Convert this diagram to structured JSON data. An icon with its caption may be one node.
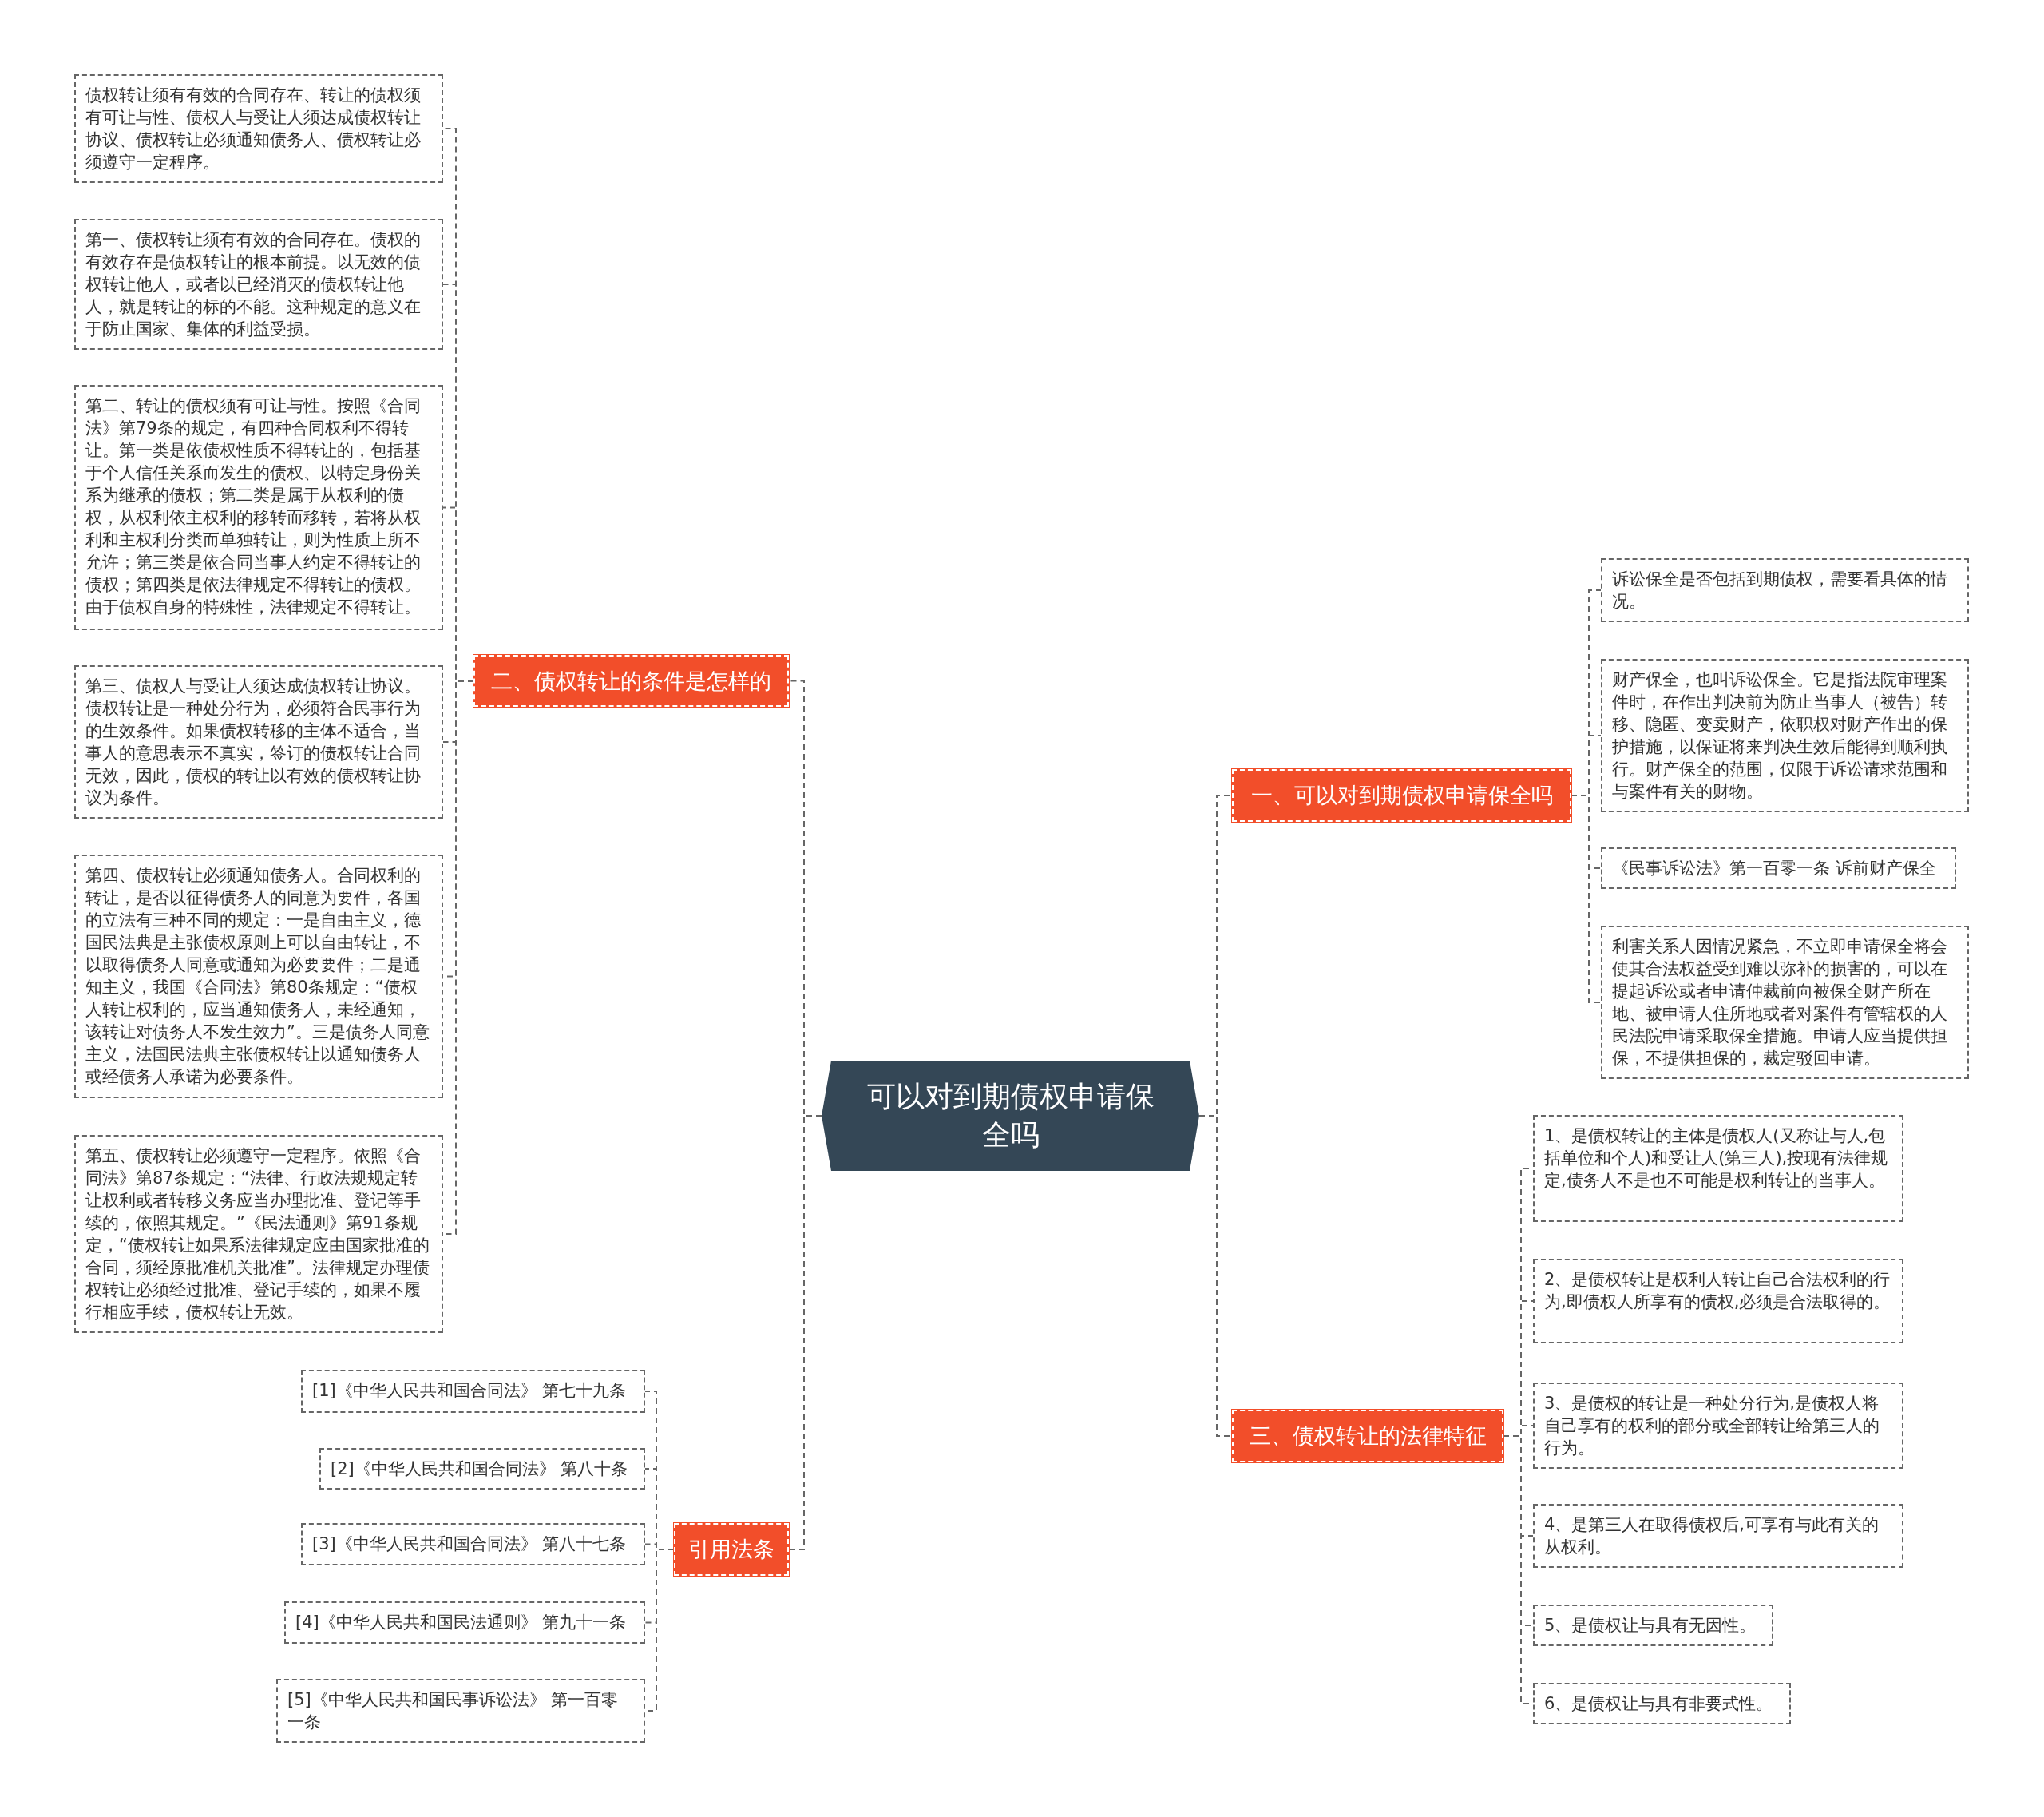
{
  "diagram": {
    "nodes": [
      {
        "text": [
          "可以对到期债权申请保全吗"
        ]
      },
      {
        "text": [
          "一、可以对到期债权申请保全吗"
        ]
      },
      {
        "text": [
          "诉讼保全是否包括到期债权，需要看具体的情况。"
        ]
      },
      {
        "text": [
          "财产保全，也叫诉讼保全。它是指法院审理案件时，在作出判决前为防止当事人（被告）转移、隐匿、变卖财产，依职权对财产作出的保护措施，以保证将来判决生效后能得到顺利执行。财产保全的范围，仅限于诉讼请求范围和与案件有关的财物。"
        ]
      },
      {
        "text": [
          "《民事诉讼法》第一百零一条 诉前财产保全"
        ]
      },
      {
        "text": [
          "利害关系人因情况紧急，不立即申请保全将会使其合法权益受到难以弥补的损害的，可以在提起诉讼或者申请仲裁前向被保全财产所在地、被申请人住所地或者对案件有管辖权的人民法院申请采取保全措施。申请人应当提供担保，不提供担保的，裁定驳回申请。"
        ]
      },
      {
        "text": [
          "二、债权转让的条件是怎样的"
        ]
      },
      {
        "text": [
          "债权转让须有有效的合同存在、转让的债权须有可让与性、债权人与受让人须达成债权转让协议、债权转让必须通知债务人、债权转让必须遵守一定程序。"
        ]
      },
      {
        "text": [
          "第一、债权转让须有有效的合同存在。债权的有效存在是债权转让的根本前提。以无效的债权转让他人，或者以已经消灭的债权转让他人，就是转让的标的不能。这种规定的意义在于防止国家、集体的利益受损。"
        ]
      },
      {
        "text": [
          "第二、转让的债权须有可让与性。按照《合同法》第79条的规定，有四种合同权利不得转让。第一类是依债权性质不得转让的，包括基于个人信任关系而发生的债权、以特定身份关系为继承的债权；第二类是属于从权利的债权，从权利依主权利的移转而移转，若将从权利和主权利分类而单独转让，则为性质上所不允许；第三类是依合同当事人约定不得转让的债权；第四类是依法律规定不得转让的债权。由于债权自身的特殊性，法律规定不得转让。"
        ]
      },
      {
        "text": [
          "第三、债权人与受让人须达成债权转让协议。债权转让是一种处分行为，必须符合民事行为的生效条件。如果债权转移的主体不适合，当事人的意思表示不真实，签订的债权转让合同无效，因此，债权的转让以有效的债权转让协议为条件。"
        ]
      },
      {
        "text": [
          "第四、债权转让必须通知债务人。合同权利的转让，是否以征得债务人的同意为要件，各国的立法有三种不同的规定：一是自由主义，德国民法典是主张债权原则上可以自由转让，不以取得债务人同意或通知为必要要件；二是通知主义，我国《合同法》第80条规定：“债权人转让权利的，应当通知债务人，未经通知，该转让对债务人不发生效力”。三是债务人同意主义，法国民法典主张债权转让以通知债务人或经债务人承诺为必要条件。"
        ]
      },
      {
        "text": [
          "第五、债权转让必须遵守一定程序。依照《合同法》第87条规定：“法律、行政法规规定转让权利或者转移义务应当办理批准、登记等手续的，依照其规定。”《民法通则》第91条规定，“债权转让如果系法律规定应由国家批准的合同，须经原批准机关批准”。法律规定办理债权转让必须经过批准、登记手续的，如果不履行相应手续，债权转让无效。"
        ]
      },
      {
        "text": [
          "三、债权转让的法律特征"
        ]
      },
      {
        "text": [
          "1、是债权转让的主体是债权人(又称让与人,包括单位和个人)和受让人(第三人),按现有法律规定,债务人不是也不可能是权利转让的当事人。"
        ]
      },
      {
        "text": [
          "2、是债权转让是权利人转让自己合法权利的行为,即债权人所享有的债权,必须是合法取得的。"
        ]
      },
      {
        "text": [
          "3、是债权的转让是一种处分行为,是债权人将自己享有的权利的部分或全部转让给第三人的行为。"
        ]
      },
      {
        "text": [
          "4、是第三人在取得债权后,可享有与此有关的从权利。"
        ]
      },
      {
        "text": [
          "5、是债权让与具有无因性。"
        ]
      },
      {
        "text": [
          "6、是债权让与具有非要式性。"
        ]
      },
      {
        "text": [
          "引用法条"
        ]
      },
      {
        "text": [
          "[1]《中华人民共和国合同法》 第七十九条"
        ]
      },
      {
        "text": [
          "[2]《中华人民共和国合同法》 第八十条"
        ]
      },
      {
        "text": [
          "[3]《中华人民共和国合同法》 第八十七条"
        ]
      },
      {
        "text": [
          "[4]《中华人民共和国民法通则》 第九十一条"
        ]
      },
      {
        "text": [
          "[5]《中华人民共和国民事诉讼法》 第一百零一条"
        ]
      }
    ],
    "edges": [
      {
        "from": 0,
        "to": 1,
        "arrow": "none"
      },
      {
        "from": 1,
        "to": 2,
        "arrow": "none"
      },
      {
        "from": 1,
        "to": 3,
        "arrow": "none"
      },
      {
        "from": 1,
        "to": 4,
        "arrow": "none"
      },
      {
        "from": 1,
        "to": 5,
        "arrow": "none"
      },
      {
        "from": 0,
        "to": 6,
        "arrow": "none"
      },
      {
        "from": 6,
        "to": 7,
        "arrow": "none"
      },
      {
        "from": 6,
        "to": 8,
        "arrow": "none"
      },
      {
        "from": 6,
        "to": 9,
        "arrow": "none"
      },
      {
        "from": 6,
        "to": 10,
        "arrow": "none"
      },
      {
        "from": 6,
        "to": 11,
        "arrow": "none"
      },
      {
        "from": 6,
        "to": 12,
        "arrow": "none"
      },
      {
        "from": 0,
        "to": 13,
        "arrow": "none"
      },
      {
        "from": 13,
        "to": 14,
        "arrow": "none"
      },
      {
        "from": 13,
        "to": 15,
        "arrow": "none"
      },
      {
        "from": 13,
        "to": 16,
        "arrow": "none"
      },
      {
        "from": 13,
        "to": 17,
        "arrow": "none"
      },
      {
        "from": 13,
        "to": 18,
        "arrow": "none"
      },
      {
        "from": 13,
        "to": 19,
        "arrow": "none"
      },
      {
        "from": 0,
        "to": 20,
        "arrow": "none"
      },
      {
        "from": 20,
        "to": 21,
        "arrow": "none"
      },
      {
        "from": 20,
        "to": 22,
        "arrow": "none"
      },
      {
        "from": 20,
        "to": 23,
        "arrow": "none"
      },
      {
        "from": 20,
        "to": 24,
        "arrow": "none"
      },
      {
        "from": 20,
        "to": 25,
        "arrow": "none"
      }
    ]
  }
}
